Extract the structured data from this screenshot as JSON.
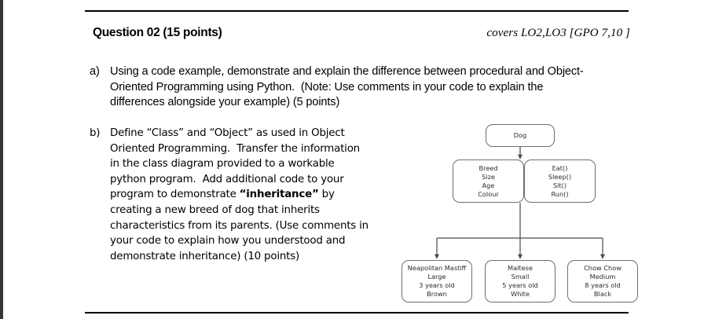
{
  "header": {
    "title": "Question 02 (15 points)",
    "meta": "covers LO2,LO3  [GPO 7,10 ]"
  },
  "parts": {
    "a": {
      "marker": "a)",
      "lines": [
        "Using a code example, demonstrate and explain the difference between procedural and Object-",
        "Oriented Programming using Python.  (Note: Use comments in your code to explain the",
        "differences alongside your example) (5 points)"
      ]
    },
    "b": {
      "marker": "b)",
      "line1": "Define “Class” and “Object” as used in Object",
      "line2": "Oriented Programming.  Transfer the information",
      "line3": "in the class diagram provided to a workable",
      "line4": "python program.  Add additional code to your",
      "line5_pre": "program to demonstrate ",
      "line5_bold": "“inheritance”",
      "line5_post": " by",
      "line6": "creating a new breed of dog that inherits",
      "line7": "characteristics from its parents. (Use comments in",
      "line8": "your code to explain how you understood and",
      "line9": "demonstrate inheritance) (10 points)"
    }
  },
  "diagram": {
    "root": {
      "label": "Dog"
    },
    "attributes": {
      "lines": [
        "Breed",
        "Size",
        "Age",
        "Colour"
      ]
    },
    "methods": {
      "lines": [
        "Eat()",
        "Sleep()",
        "Sit()",
        "Run()"
      ]
    },
    "children": [
      {
        "lines": [
          "Neapolitan Mastiff",
          "Large",
          "3 years old",
          "Brown"
        ]
      },
      {
        "lines": [
          "Maltese",
          "Small",
          "5 years old",
          "White"
        ]
      },
      {
        "lines": [
          "Chow Chow",
          "Medium",
          "8 years old",
          "Black"
        ]
      }
    ],
    "colors": {
      "box_border": "#6e6e6e",
      "connector": "#6b6b6b",
      "text": "#2b2b2b"
    }
  }
}
